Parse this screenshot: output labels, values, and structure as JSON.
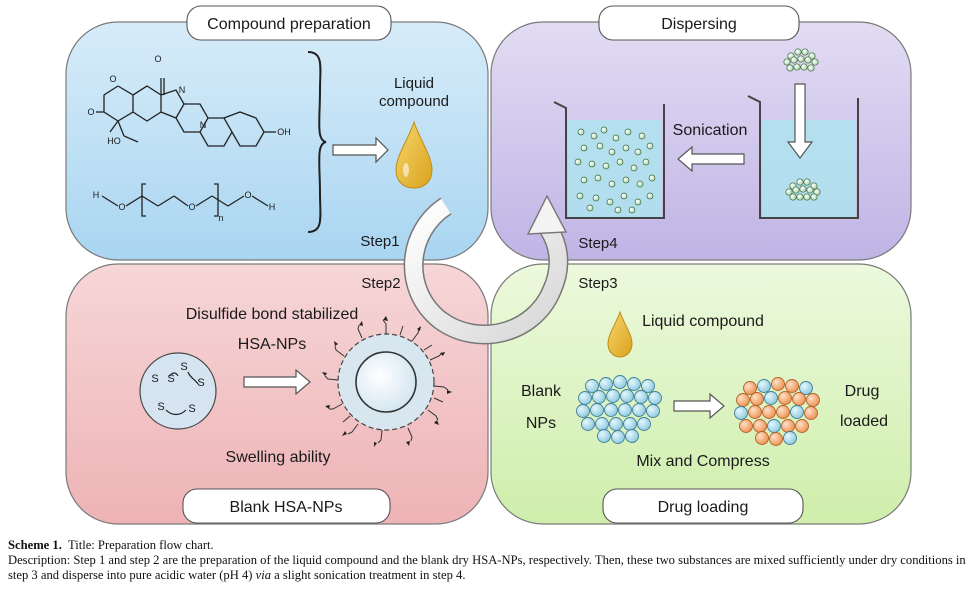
{
  "quadrants": {
    "compound_preparation": {
      "label": "Compound preparation",
      "step": "Step1",
      "liquid_compound_line1": "Liquid",
      "liquid_compound_line2": "compound",
      "chem_oh": "OH",
      "chem_n1": "N",
      "chem_n2": "N",
      "chem_o1": "O",
      "chem_o2": "O",
      "chem_ho": "HO",
      "chem_o3": "O",
      "peg_h1": "H",
      "peg_o1": "O",
      "peg_o2": "O",
      "peg_n": "n",
      "peg_o3": "O",
      "peg_h2": "H"
    },
    "dispersing": {
      "label": "Dispersing",
      "step": "Step4",
      "sonication": "Sonication"
    },
    "blank_hsa": {
      "label": "Blank HSA-NPs",
      "step": "Step2",
      "title_line1": "Disulfide bond stabilized",
      "title_line2": "HSA-NPs",
      "swelling": "Swelling ability",
      "s_label": "S"
    },
    "drug_loading": {
      "label": "Drug loading",
      "step": "Step3",
      "liquid_compound": "Liquid compound",
      "blank_line1": "Blank",
      "blank_line2": "NPs",
      "drug_line1": "Drug",
      "drug_line2": "loaded",
      "mix": "Mix and Compress"
    }
  },
  "colors": {
    "blue": "#bfe0f4",
    "purple": "#cfc6ea",
    "pink": "#f2c6c8",
    "green": "#ddf3c0",
    "droplet": "#e9b83a",
    "np_blue": "#9fd6e8",
    "np_orange": "#f3a469"
  },
  "caption": {
    "scheme_label": "Scheme 1.",
    "title": "Title: Preparation flow chart.",
    "description_prefix": "Description: Step 1 and step 2 are the preparation of the liquid compound and the blank dry HSA-NPs, respectively. Then, these two substances are mixed sufficiently under dry conditions in step 3 and disperse into pure acidic water (pH 4)",
    "via": "via",
    "description_suffix": "a slight sonication treatment in step 4."
  }
}
